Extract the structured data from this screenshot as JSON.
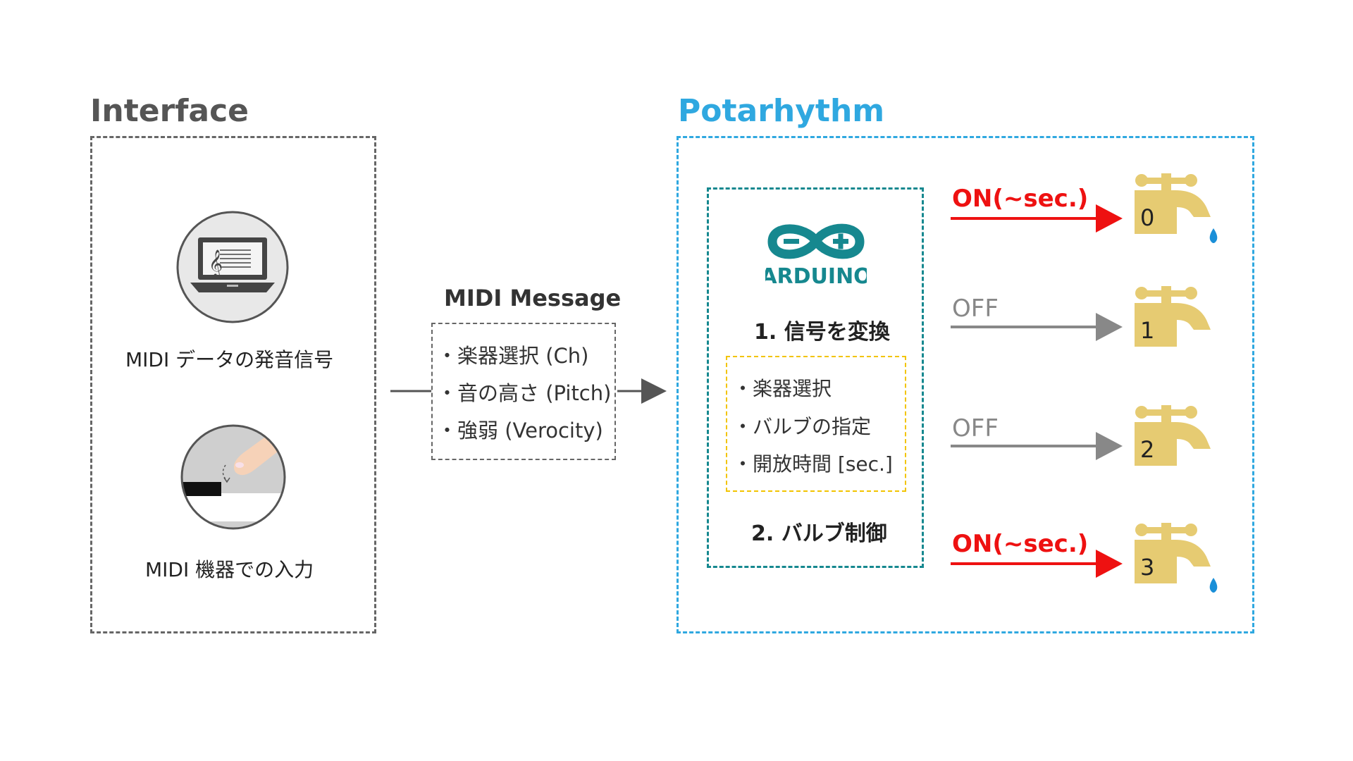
{
  "interface": {
    "title": "Interface",
    "source1_label": "MIDI データの発音信号",
    "source2_label": "MIDI 機器での入力"
  },
  "message": {
    "title": "MIDI Message",
    "items": [
      "・楽器選択 (Ch)",
      "・音の高さ (Pitch)",
      "・強弱 (Verocity)"
    ]
  },
  "potarhythm": {
    "title": "Potarhythm",
    "arduino_logo_text": "ARDUINO",
    "step1": "1. 信号を変換",
    "items": [
      "・楽器選択",
      "・バルブの指定",
      "・開放時間 [sec.]"
    ],
    "step2": "2. バルブ制御"
  },
  "valves": [
    {
      "signal": "ON(~sec.)",
      "state": "on",
      "number": "0"
    },
    {
      "signal": "OFF",
      "state": "off",
      "number": "1"
    },
    {
      "signal": "OFF",
      "state": "off",
      "number": "2"
    },
    {
      "signal": "ON(~sec.)",
      "state": "on",
      "number": "3"
    }
  ],
  "colors": {
    "interface_title": "#555555",
    "potarhythm": "#2fa8e0",
    "arduino": "#16888f",
    "inner_box": "#f2c400",
    "on": "#ee1111",
    "off": "#888888",
    "faucet": "#e6cb72",
    "water": "#1a8fd8",
    "gray_dash": "#666666"
  },
  "icons": [
    "laptop-music-icon",
    "finger-key-icon",
    "faucet-icon",
    "water-drop-icon",
    "arduino-logo"
  ]
}
